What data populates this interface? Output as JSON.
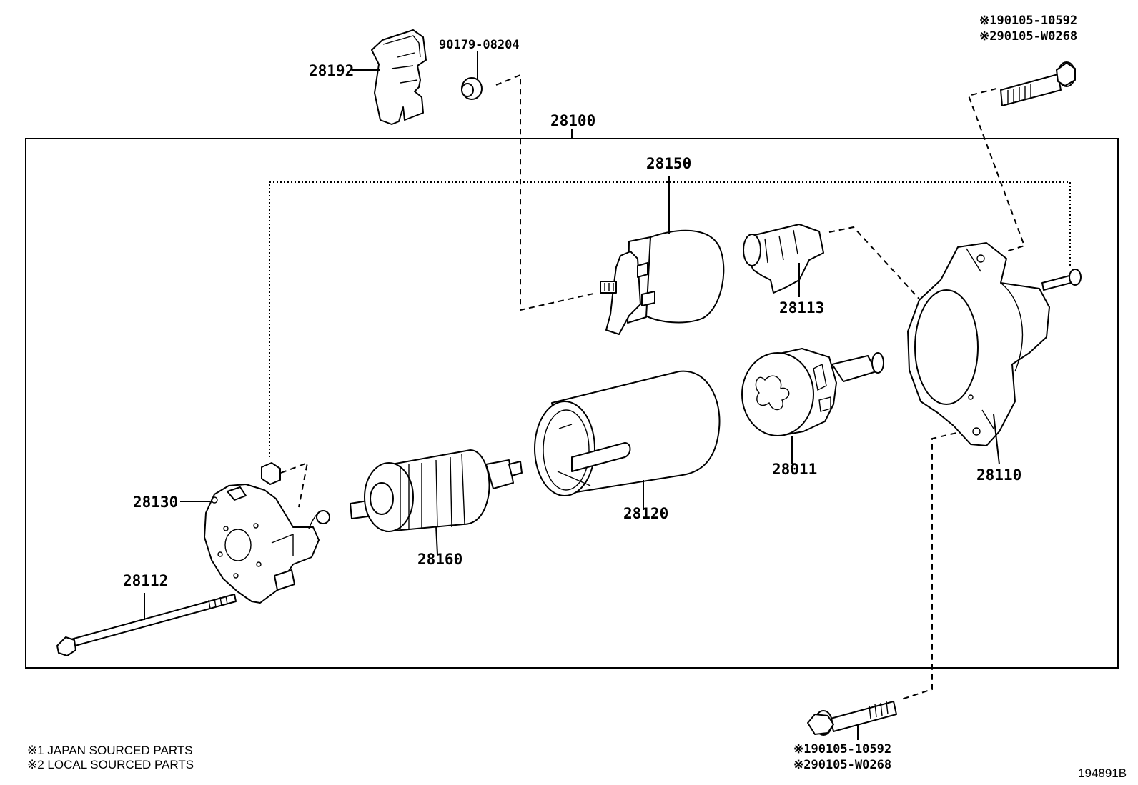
{
  "parts": {
    "p28192": "28192",
    "p90179": "90179-08204",
    "p28100": "28100",
    "p28150": "28150",
    "p28113": "28113",
    "p28110": "28110",
    "p28011": "28011",
    "p28120": "28120",
    "p28160": "28160",
    "p28130": "28130",
    "p28112": "28112"
  },
  "bolt_top": {
    "line1": "※190105-10592",
    "line2": "※290105-W0268"
  },
  "bolt_bottom": {
    "line1": "※190105-10592",
    "line2": "※290105-W0268"
  },
  "legend": {
    "note1": "※1  JAPAN SOURCED PARTS",
    "note2": "※2  LOCAL SOURCED PARTS"
  },
  "diagram_id": "194891B"
}
